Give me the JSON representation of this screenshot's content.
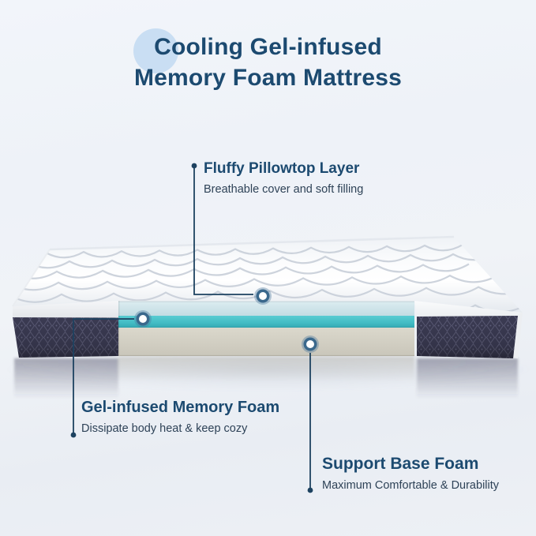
{
  "header": {
    "title_line1": "Cooling Gel-infused",
    "title_line2": "Memory Foam Mattress"
  },
  "callouts": {
    "pillowtop": {
      "title": "Fluffy Pillowtop Layer",
      "subtitle": "Breathable cover and soft filling"
    },
    "gel": {
      "title": "Gel-infused Memory Foam",
      "subtitle": "Dissipate body heat & keep cozy"
    },
    "support": {
      "title": "Support Base Foam",
      "subtitle": "Maximum Comfortable & Durability"
    }
  },
  "colors": {
    "title_navy": "#1c4a70",
    "subtitle_slate": "#2e4257",
    "callout_line": "#1d4260",
    "accent_circle": "#c9def3",
    "pillowtop_layer_blue": "#cde3e9",
    "gel_layer_teal": "#45c2c8",
    "base_foam_beige": "#d5d2c6",
    "side_panel_dark": "#3b3b53",
    "quilt_seam": "#c8cfd9",
    "marker_ring": "#3a688c",
    "marker_halo": "#4a759a",
    "marker_core": "#ffffff"
  }
}
